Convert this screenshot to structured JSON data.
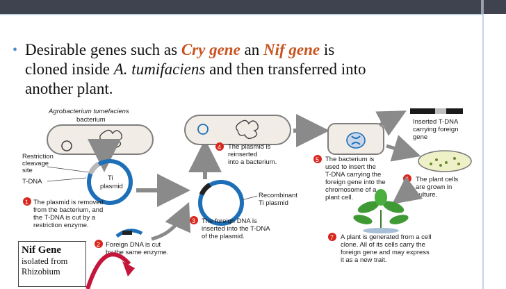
{
  "bullet": {
    "part1": "Desirable genes such as ",
    "cry": "Cry gene",
    "part2": " an ",
    "nif": "Nif gene",
    "part3": " is",
    "line2_a": "cloned inside ",
    "species": "A. tumifaciens",
    "line2_b": " and then transferred into",
    "line3": "another plant."
  },
  "diagram": {
    "bacterium_title_1": "Agrobacterium tumefaciens",
    "bacterium_title_2": "bacterium",
    "restriction_1": "Restriction",
    "restriction_2": "cleavage",
    "restriction_3": "site",
    "tdna": "T-DNA",
    "ti_1": "Ti",
    "ti_2": "plasmid",
    "step1_num": "1",
    "step1_1": "The plasmid is removed",
    "step1_2": "from the bacterium, and",
    "step1_3": "the T-DNA is cut by a",
    "step1_4": "restriction enzyme.",
    "step2_num": "2",
    "step2_1": "Foreign DNA is cut",
    "step2_2": "by the same enzyme.",
    "step3_num": "3",
    "step3_1": "The foreign DNA is",
    "step3_2": "inserted into the T-DNA",
    "step3_3": "of the plasmid.",
    "recomb_1": "Recombinant",
    "recomb_2": "Ti plasmid",
    "step4_num": "4",
    "step4_1": "The plasmid is",
    "step4_2": "reinserted",
    "step4_3": "into a bacterium.",
    "step5_num": "5",
    "step5_1": "The bacterium is",
    "step5_2": "used to insert the",
    "step5_3": "T-DNA carrying the",
    "step5_4": "foreign gene into the",
    "step5_5": "chromosome of a",
    "step5_6": "plant cell.",
    "inserted_1": "Inserted T-DNA",
    "inserted_2": "carrying foreign",
    "inserted_3": "gene",
    "step6_num": "6",
    "step6_1": "The plant cells",
    "step6_2": "are grown in",
    "step6_3": "culture.",
    "step7_num": "7",
    "step7_1": "A plant is generated from a cell",
    "step7_2": "clone. All of its cells carry the",
    "step7_3": "foreign gene and may express",
    "step7_4": "it as a new trait."
  },
  "nif_box": {
    "title": "Nif Gene",
    "line1": "isolated from",
    "line2": "Rhizobium"
  },
  "colors": {
    "topbar": "#3f4350",
    "accent_rule": "#bfd3e8",
    "emphasis": "#c8531f",
    "step_badge": "#d9261c",
    "plasmid_blue": "#1d6fb8",
    "arrow_gray": "#8a8a8a",
    "curve_arrow": "#c4163a"
  }
}
